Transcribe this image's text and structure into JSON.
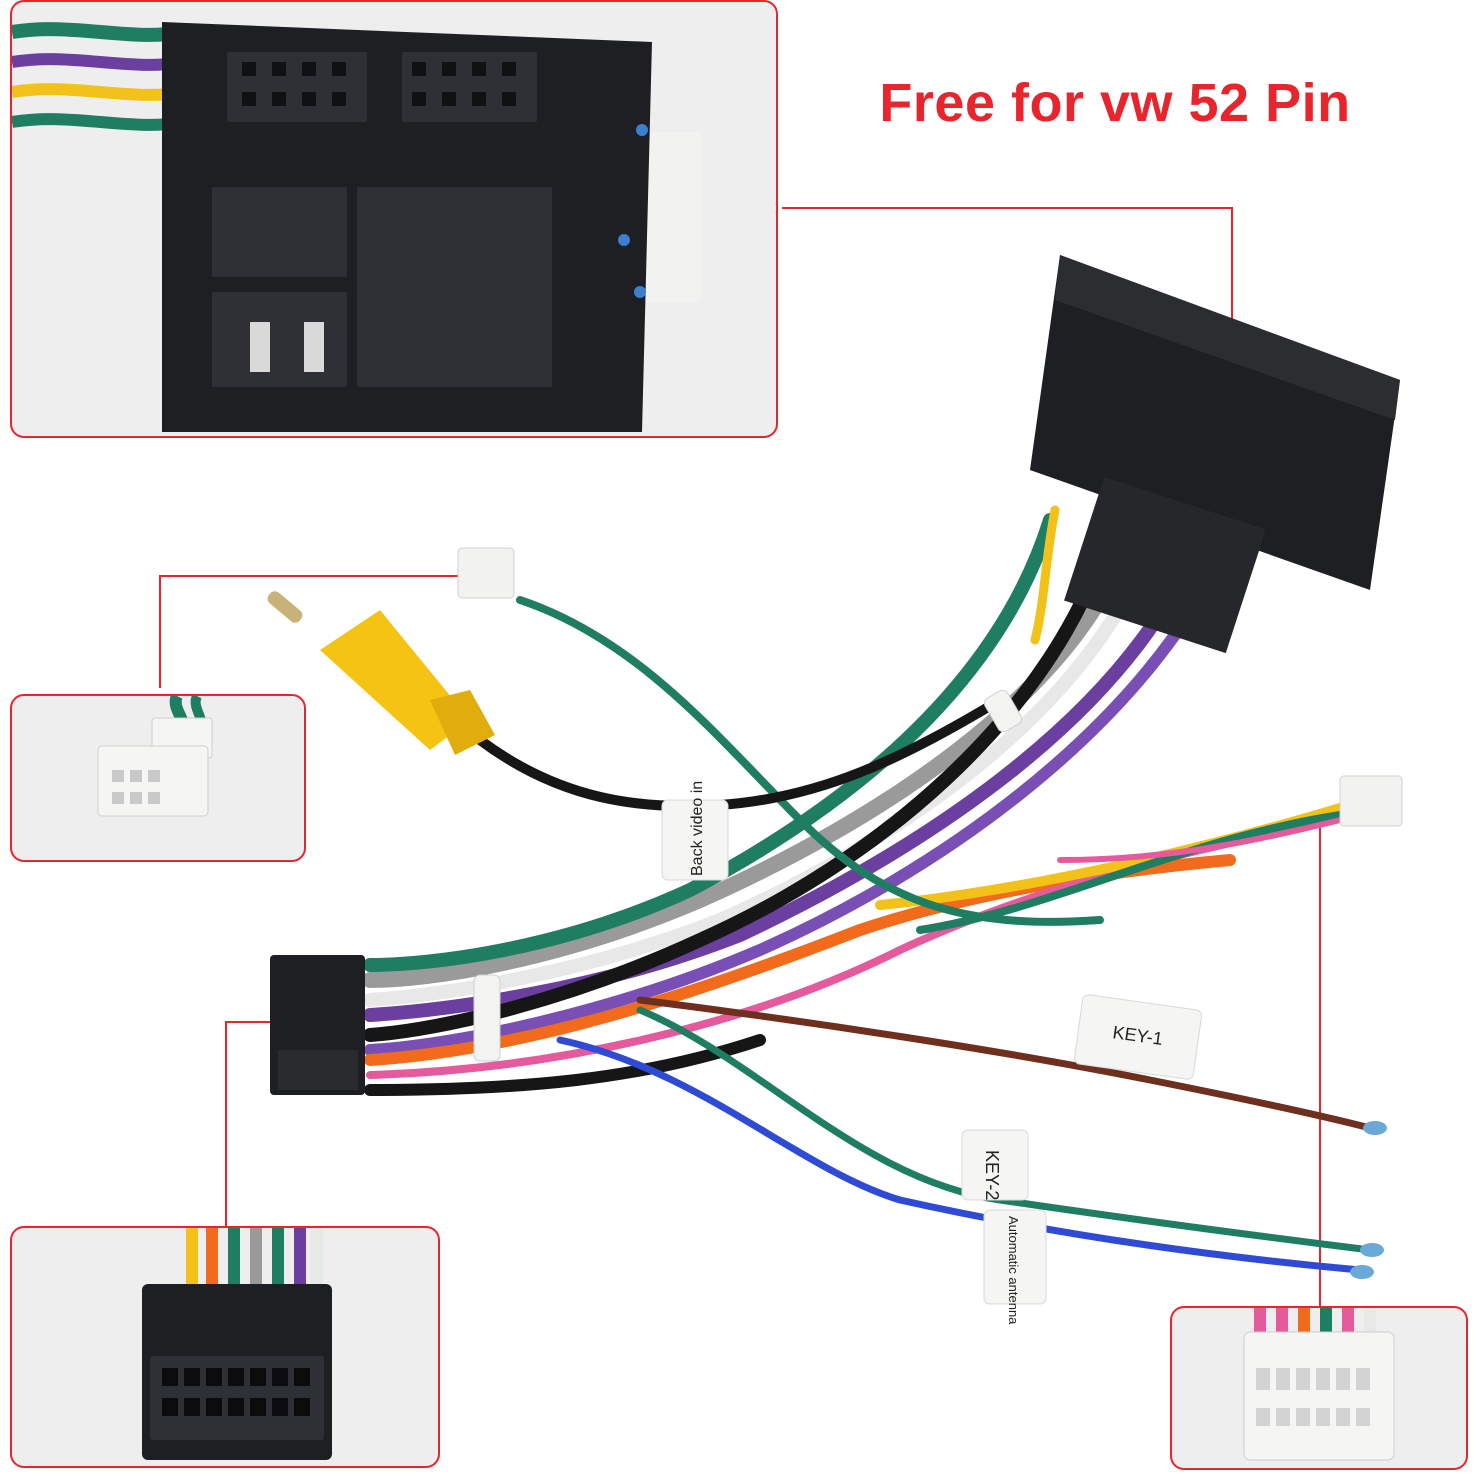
{
  "headline": {
    "text": "Free for vw 52 Pin",
    "color": "#e8242c"
  },
  "tags": {
    "back_video": "Back video in",
    "key1": "KEY-1",
    "key2": "KEY-2",
    "antenna": "Automatic antenna"
  },
  "colors": {
    "accent": "#e8242c",
    "connector_black": "#1e1f22",
    "connector_white": "#f2f2f0",
    "rca_yellow": "#f5c313",
    "wire_green": "#1f7d62",
    "wire_yellow": "#f3c21a",
    "wire_purple": "#6b3fa0",
    "wire_gray": "#9a9a9a",
    "wire_white": "#e8e8e8",
    "wire_orange": "#f26a1b",
    "wire_pink": "#e45a9c",
    "wire_brown": "#6e2f1f",
    "wire_blue": "#2f4bd6",
    "wire_black": "#161616"
  },
  "icons": [
    "vw-52pin-connector-icon",
    "16pin-iso-connector-icon",
    "rca-plug-icon",
    "white-plug-icon"
  ]
}
